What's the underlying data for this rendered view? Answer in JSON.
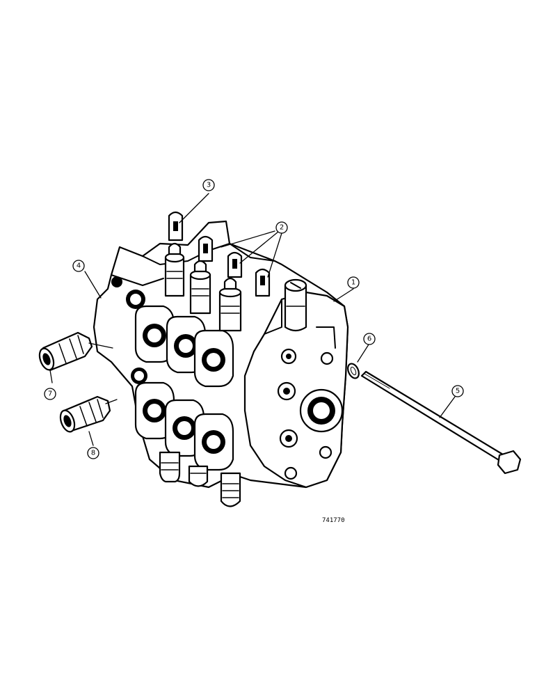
{
  "figure_number": "741770",
  "callouts": [
    {
      "id": "callout-1",
      "label": "1"
    },
    {
      "id": "callout-2",
      "label": "2"
    },
    {
      "id": "callout-3",
      "label": "3"
    },
    {
      "id": "callout-4",
      "label": "4"
    },
    {
      "id": "callout-5",
      "label": "5"
    },
    {
      "id": "callout-6",
      "label": "6"
    },
    {
      "id": "callout-7",
      "label": "7"
    },
    {
      "id": "callout-8",
      "label": "8"
    }
  ]
}
